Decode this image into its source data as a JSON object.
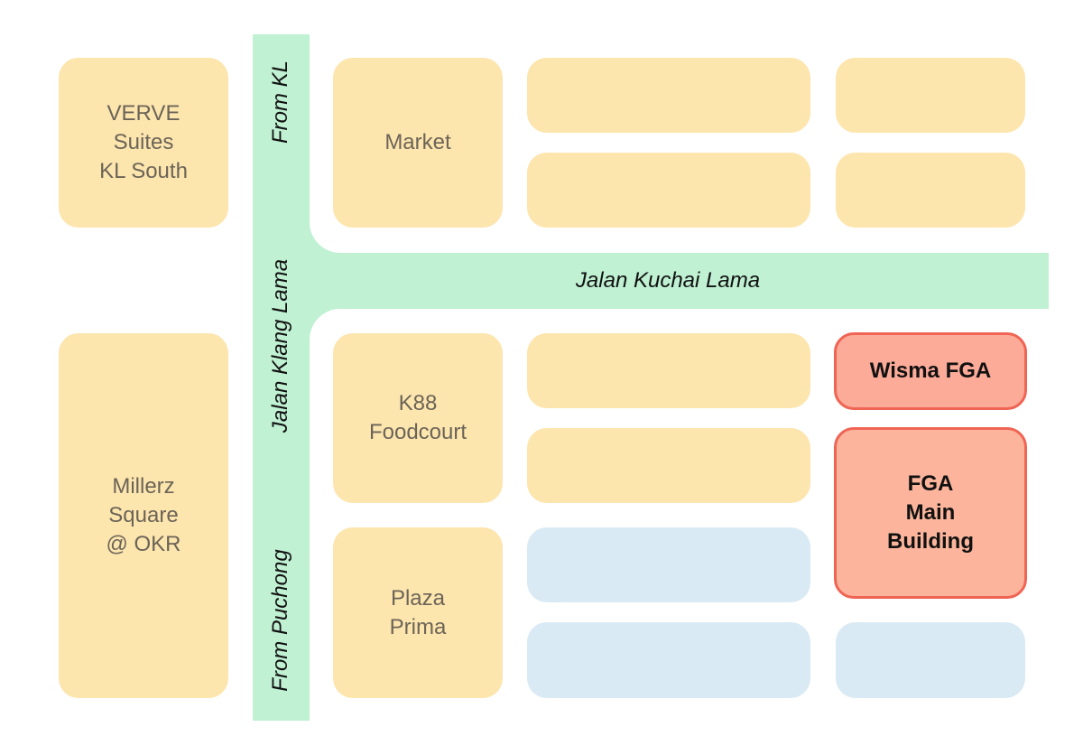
{
  "roads": {
    "vertical": {
      "name": "Jalan Klang Lama",
      "top_label": "From KL",
      "bottom_label": "From Puchong"
    },
    "horizontal": {
      "name": "Jalan Kuchai Lama"
    }
  },
  "places": {
    "verve": "VERVE\nSuites\nKL South",
    "millerz": "Millerz\nSquare\n@ OKR",
    "market": "Market",
    "k88": "K88\nFoodcourt",
    "plaza_prima": "Plaza\nPrima",
    "wisma_fga": "Wisma FGA",
    "fga_main": "FGA\nMain\nBuilding"
  },
  "colors": {
    "building": "#fde5ae",
    "road": "#c0f1d3",
    "water": "#daeaf4",
    "highlight_fill": "#fcab99",
    "highlight_border": "#f06454"
  }
}
